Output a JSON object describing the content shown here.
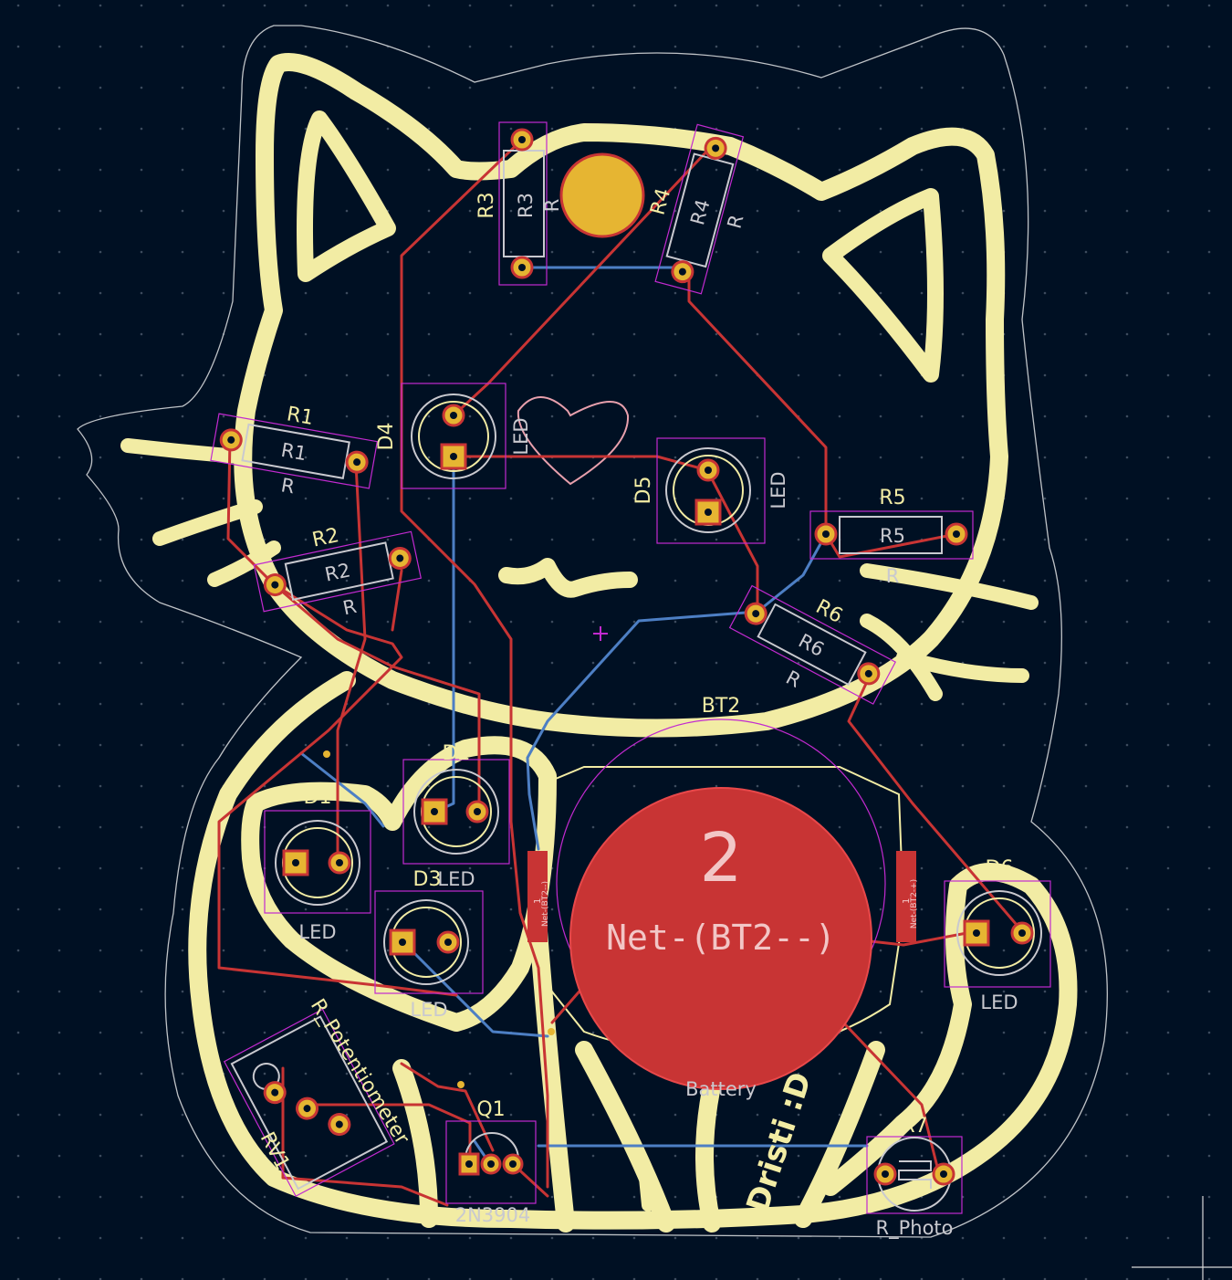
{
  "board": {
    "background": "#001023",
    "silkscreen_color": "#f2eca4",
    "front_copper_color": "#c83434",
    "back_copper_color": "#4d7fc4",
    "courtyard_color": "#c22ad0",
    "pad_color": "#e6b532"
  },
  "battery": {
    "pad_number": "2",
    "net_name": "Net-(BT2--)",
    "reference": "BT2",
    "value": "Battery"
  },
  "signature": "Dristi :D",
  "resistors": [
    {
      "ref": "R1",
      "fab": "R1",
      "value": "R"
    },
    {
      "ref": "R2",
      "fab": "R2",
      "value": "R"
    },
    {
      "ref": "R3",
      "fab": "R3",
      "value": "R"
    },
    {
      "ref": "R4",
      "fab": "R4",
      "value": "R"
    },
    {
      "ref": "R5",
      "fab": "R5",
      "value": "R"
    },
    {
      "ref": "R6",
      "fab": "R6",
      "value": "R"
    }
  ],
  "leds": [
    {
      "ref": "D1",
      "value": "LED"
    },
    {
      "ref": "D2",
      "value": "LED"
    },
    {
      "ref": "D3",
      "value": "LED"
    },
    {
      "ref": "D4",
      "value": "LED"
    },
    {
      "ref": "D5",
      "value": "LED"
    },
    {
      "ref": "D6",
      "value": "LED"
    }
  ],
  "potentiometer": {
    "ref": "RV1",
    "value": "R_Potentiometer"
  },
  "transistor": {
    "ref": "Q1",
    "value": "2N3904"
  },
  "photoresistor": {
    "ref": "R7",
    "value": "R_Photo"
  },
  "small_pad_labels": {
    "bt_side": "1",
    "bt_net_left": "Net-(BT2--)",
    "bt_net_right": "Net-(BT2-+)"
  }
}
